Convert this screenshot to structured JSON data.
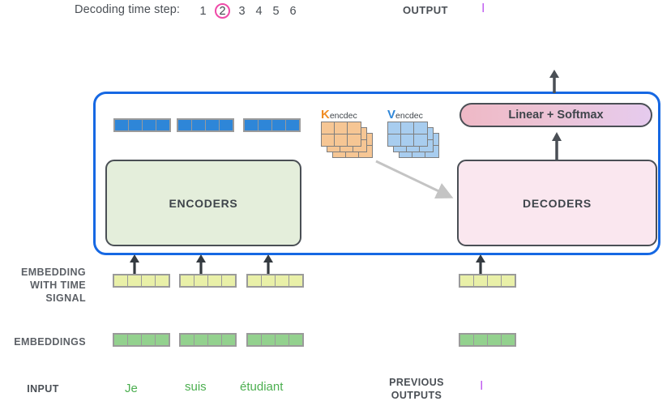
{
  "header": {
    "decoding_label": "Decoding time step:",
    "steps": [
      "1",
      "2",
      "3",
      "4",
      "5",
      "6"
    ],
    "active_step": "2",
    "output_label": "OUTPUT",
    "output_token": "I"
  },
  "model": {
    "encoders_label": "ENCODERS",
    "decoders_label": "DECODERS",
    "linear_softmax_label": "Linear + Softmax",
    "container_color": "#1668e3"
  },
  "attention": {
    "k_letter": "K",
    "k_sub": "encdec",
    "k_color": "#f08c24",
    "v_letter": "V",
    "v_sub": "encdec",
    "v_color": "#2e86d8"
  },
  "rows": {
    "encoder_output_label": "",
    "embedding_time_signal_label": "EMBEDDING\nWITH TIME\nSIGNAL",
    "embedding_time_signal_lines": [
      "EMBEDDING",
      "WITH TIME",
      "SIGNAL"
    ],
    "embeddings_label": "EMBEDDINGS",
    "input_label": "INPUT",
    "previous_outputs_lines": [
      "PREVIOUS",
      "OUTPUTS"
    ]
  },
  "tokens": {
    "input": [
      "Je",
      "suis",
      "étudiant"
    ],
    "previous_output": "I",
    "input_color": "#4caf50",
    "output_color": "#c05ef0"
  },
  "vectors": {
    "encoder_output_color": "#2e86d8",
    "time_signal_color": "#e9f0a8",
    "embedding_color": "#93d18e",
    "cells_per_vector": 4
  }
}
